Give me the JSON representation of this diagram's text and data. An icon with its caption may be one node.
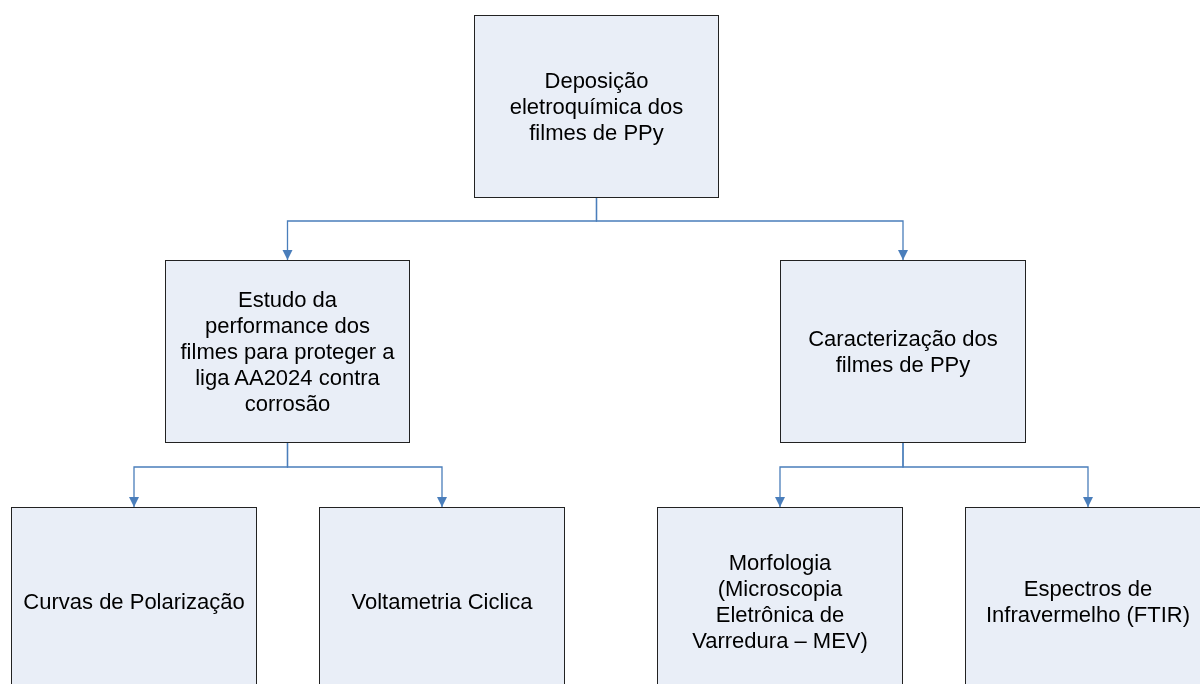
{
  "diagram": {
    "nodes": [
      {
        "text": [
          "Deposição eletroquímica dos filmes de PPy"
        ]
      },
      {
        "text": [
          "Estudo da performance dos filmes para proteger a liga AA2024 contra corrosão"
        ]
      },
      {
        "text": [
          "Caracterização dos filmes de PPy"
        ]
      },
      {
        "text": [
          "Curvas de Polarização"
        ]
      },
      {
        "text": [
          "Voltametria Ciclica"
        ]
      },
      {
        "text": [
          "Morfologia (Microscopia Eletrônica de Varredura – MEV)"
        ]
      },
      {
        "text": [
          "Espectros de Infravermelho (FTIR)"
        ]
      }
    ],
    "edges": [
      {
        "from": 0,
        "to": 1,
        "arrow": "to"
      },
      {
        "from": 0,
        "to": 2,
        "arrow": "to"
      },
      {
        "from": 1,
        "to": 3,
        "arrow": "to"
      },
      {
        "from": 1,
        "to": 4,
        "arrow": "to"
      },
      {
        "from": 2,
        "to": 5,
        "arrow": "to"
      },
      {
        "from": 2,
        "to": 6,
        "arrow": "to"
      }
    ]
  }
}
